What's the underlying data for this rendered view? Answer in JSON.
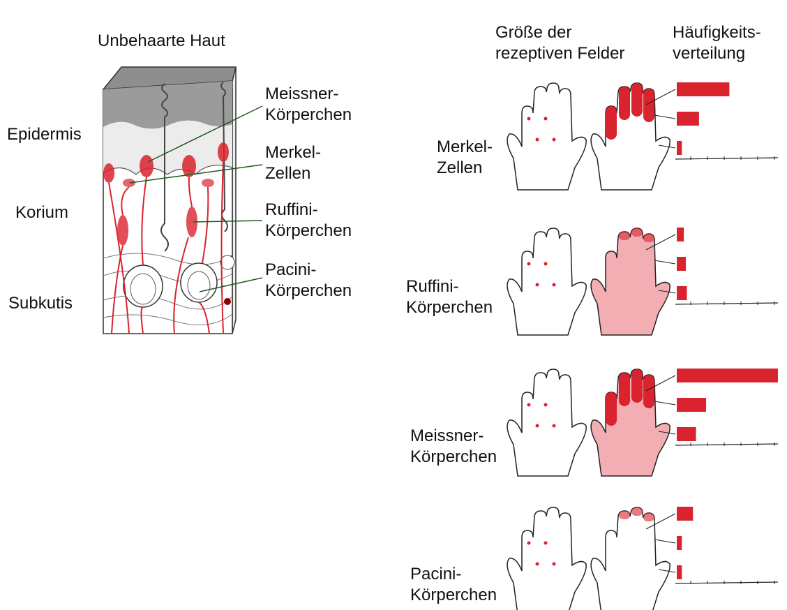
{
  "skin": {
    "title": "Unbehaarte Haut",
    "layers": [
      "Epidermis",
      "Korium",
      "Subkutis"
    ],
    "receptors": [
      {
        "line1": "Meissner-",
        "line2": "Körperchen"
      },
      {
        "line1": "Merkel-",
        "line2": "Zellen"
      },
      {
        "line1": "Ruffini-",
        "line2": "Körperchen"
      },
      {
        "line1": "Pacini-",
        "line2": "Körperchen"
      }
    ]
  },
  "columns": {
    "field_size": {
      "line1": "Größe der",
      "line2": "rezeptiven Felder"
    },
    "frequency": {
      "line1": "Häufigkeits-",
      "line2": "verteilung"
    }
  },
  "rows": [
    {
      "line1": "Merkel-",
      "line2": "Zellen",
      "field": "small",
      "bars": [
        0.52,
        0.22,
        0.05
      ]
    },
    {
      "line1": "Ruffini-",
      "line2": "Körperchen",
      "field": "large",
      "bars": [
        0.07,
        0.09,
        0.1
      ]
    },
    {
      "line1": "Meissner-",
      "line2": "Körperchen",
      "field": "small",
      "bars": [
        1.0,
        0.29,
        0.19
      ]
    },
    {
      "line1": "Pacini-",
      "line2": "Körperchen",
      "field": "large",
      "bars": [
        0.16,
        0.05,
        0.05
      ]
    }
  ],
  "colors": {
    "accent": "#d9232e",
    "pale": "#f2aeb3",
    "line": "#1e5a1e",
    "ink": "#222222"
  }
}
